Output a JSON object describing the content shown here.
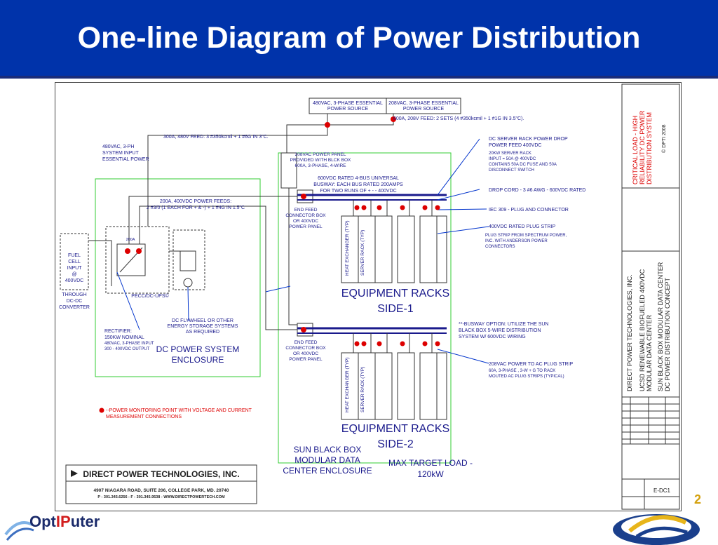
{
  "slide": {
    "title": "One-line Diagram of Power Distribution",
    "page_number": "2",
    "footer_logo": {
      "pre": "Opt",
      "mid": "IP",
      "post": "uter"
    }
  },
  "diagram": {
    "sources": {
      "v480": [
        "480VAC, 3-PHASE ESSENTIAL",
        "POWER SOURCE"
      ],
      "v208": [
        "208VAC, 3-PHASE ESSENTIAL",
        "POWER SOURCE"
      ]
    },
    "feeds": {
      "feed_600a": "600A, 208V FEED: 2 SETS (4 #350kcmil + 1 #1G IN 3.5\"C).",
      "feed_300a": "300A, 480V FEED: 3 #350kcmil + 1 #6G IN 3\"C.",
      "input_480": [
        "480VAC, 3-PH",
        "SYSTEM INPUT",
        "ESSENTIAL POWER"
      ],
      "panel_208": [
        "208VAC POWER PANEL",
        "PROVIDED WITH BLCK BOX",
        "600A, 3-PHASE, 4-WIRE"
      ],
      "busway_600": [
        "600VDC RATED 4-BUS UNIVERSAL",
        "BUSWAY: EACH BUS RATED 200AMPS",
        "FOR TWO RUNS OF + - - 400VDC"
      ],
      "feeds_200a": [
        "200A, 400VDC POWER FEEDS:",
        "2 #3/0 (1 EACH FOR + & -) + 1 #4G IN 1.5\"C"
      ]
    },
    "callouts": {
      "dc_drop": [
        "DC SERVER RACK POWER DROP",
        "POWER FEED 400VDC"
      ],
      "server_rack": [
        "20KW SERVER RACK",
        "INPUT = 50A @ 400VDC",
        "CONTAINS 50A DC FUSE AND 50A",
        "DISCONNECT SWITCH"
      ],
      "drop_cord": "DROP CORD - 3 #6 AWG - 600VDC RATED",
      "iec": "IEC 309 - PLUG AND CONNECTOR",
      "plug_strip": "400VDC RATED PLUG STRIP",
      "plug_strip_src": [
        "PLUG STRIP FROM SPECTRUM POWER,",
        "INC. WITH ANDERSON POWER",
        "CONNECTORS"
      ],
      "busway_option": [
        "**-BUSWAY OPTION: UTILIZE THE SUN",
        "BLACK BOX 5-WIRE DISTRIBUTION",
        "SYSTEM W/ 600VDC WIRING"
      ],
      "ac_strip": "208VAC POWER TO AC PLUG STRIP",
      "ac_strip_detail": [
        "60A, 3-PHASE , 3-W + G TO RACK",
        "MOUTED AC PLUG STRIPS (TYPICAL)"
      ]
    },
    "end_feed": [
      "END FEED",
      "CONNECTOR BOX",
      "OR 400VDC",
      "POWER PANEL"
    ],
    "fuel_cell": [
      "FUEL",
      "CELL",
      "INPUT",
      "@",
      "400VDC"
    ],
    "through": [
      "THROUGH",
      "DC-DC",
      "CONVERTER"
    ],
    "pecc": "PECC/DC-UPS©",
    "breaker_200a": "200A",
    "rectifier": [
      "RECTIFIER:",
      "150KW NOMINAL",
      "480VAC, 3-PHASE INPUT",
      "300 - 400VDC OUTPUT"
    ],
    "flywheel": [
      "DC FLYWHEEL OR OTHER",
      "ENERGY STORAGE SYSTEMS",
      "AS REQUIRED"
    ],
    "dc_enclosure": [
      "DC POWER SYSTEM",
      "ENCLOSURE"
    ],
    "racks_side1": [
      "EQUIPMENT RACKS",
      "SIDE-1"
    ],
    "racks_side2": [
      "EQUIPMENT RACKS",
      "SIDE-2"
    ],
    "rack_labels": {
      "heat": "HEAT EXCHANGER (TYP)",
      "server": "SERVER RACK (TYP)"
    },
    "sun_box": [
      "SUN BLACK BOX",
      "MODULAR DATA",
      "CENTER ENCLOSURE"
    ],
    "max_load": [
      "MAX TARGET LOAD -",
      "120kW"
    ],
    "legend": [
      "--POWER MONITORING POINT WITH VOLTAGE AND CURRENT",
      "MEASUREMENT CONNECTIONS"
    ],
    "company": {
      "name": "DIRECT POWER TECHNOLOGIES, INC.",
      "address": "4907 NIAGARA ROAD, SUITE 206, COLLEGE PARK, MD. 20740",
      "contact": "P - 301.345.6256 - F - 301.345.9538 - WWW.DIRECTPOWERTECH.COM"
    },
    "title_block": {
      "critical": [
        "CRITICAL LOAD - HIGH",
        "RELIABILITY DC POWER",
        "DISTRIBUTION SYSTEM"
      ],
      "copyright": "© DPTI 2008",
      "company_vertical": "DIRECT POWER TECHNOLOGIES, INC.",
      "project": [
        "UCSD RENEWABLE BIOFUELED 400VDC",
        "MODULAR DATA CENTER"
      ],
      "concept": [
        "SUN BLACK BOX MODULAR DATA CENTER",
        "DC POWER DISTRIBUTION CONCEPT"
      ],
      "drawing_no": "E-DC1"
    }
  },
  "colors": {
    "header_bg": "#0033aa",
    "ink": "#1a1a8c",
    "callout": "#0033cc",
    "monitor": "#dd0000",
    "enclosure": "#33cc33",
    "page_num": "#d4a10f"
  }
}
